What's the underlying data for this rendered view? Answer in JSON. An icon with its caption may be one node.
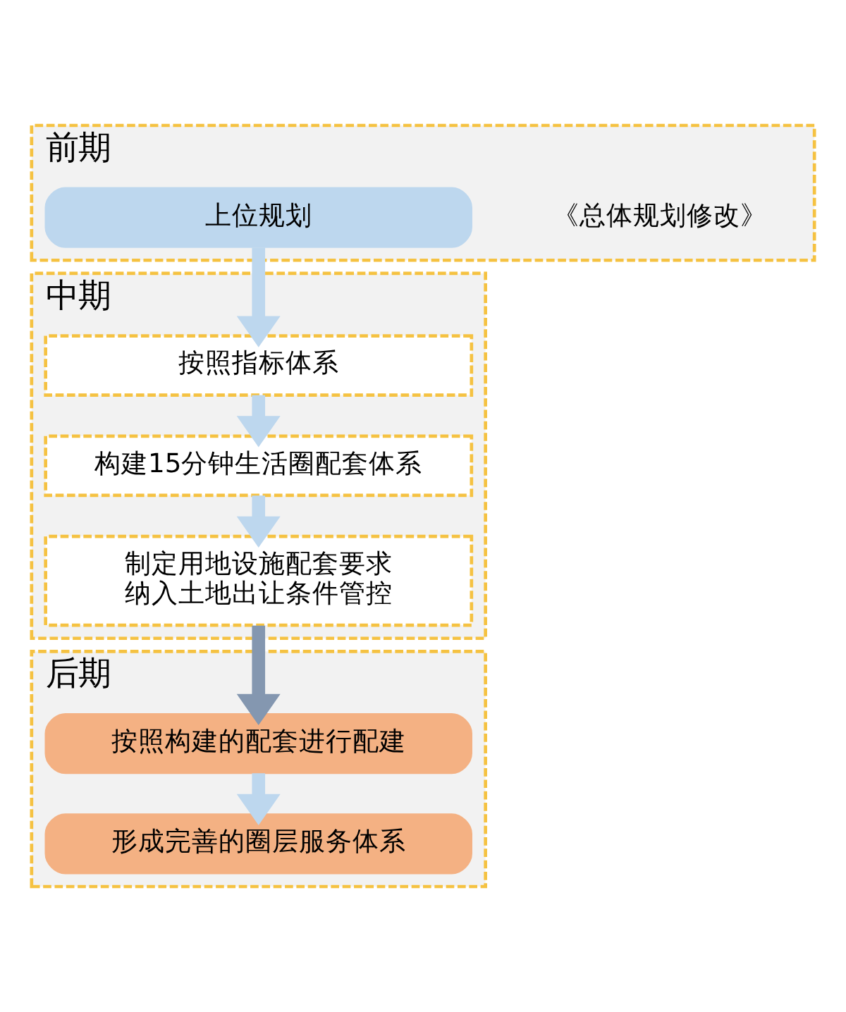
{
  "diagram": {
    "nodes": [
      {
        "text": [
          "前期"
        ]
      },
      {
        "text": [
          "上位规划"
        ],
        "in": 0,
        "beside": [
          "《总体规划修改》"
        ]
      },
      {
        "text": [
          "中期"
        ]
      },
      {
        "text": [
          "按照指标体系"
        ],
        "in": 2
      },
      {
        "text": [
          "构建15分钟生活圈配套体系"
        ],
        "in": 2
      },
      {
        "text": [
          "制定用地设施配套要求",
          "纳入土地出让条件管控"
        ],
        "in": 2
      },
      {
        "text": [
          "后期"
        ]
      },
      {
        "text": [
          "按照构建的配套进行配建"
        ],
        "in": 6
      },
      {
        "text": [
          "形成完善的圈层服务体系"
        ],
        "in": 6
      }
    ],
    "edges": [
      {
        "from": 1,
        "to": 3,
        "arrow": "to"
      },
      {
        "from": 3,
        "to": 4,
        "arrow": "to"
      },
      {
        "from": 4,
        "to": 5,
        "arrow": "to"
      },
      {
        "from": 5,
        "to": 7,
        "arrow": "to",
        "color": "#8497b0"
      },
      {
        "from": 7,
        "to": 8,
        "arrow": "to"
      }
    ]
  }
}
